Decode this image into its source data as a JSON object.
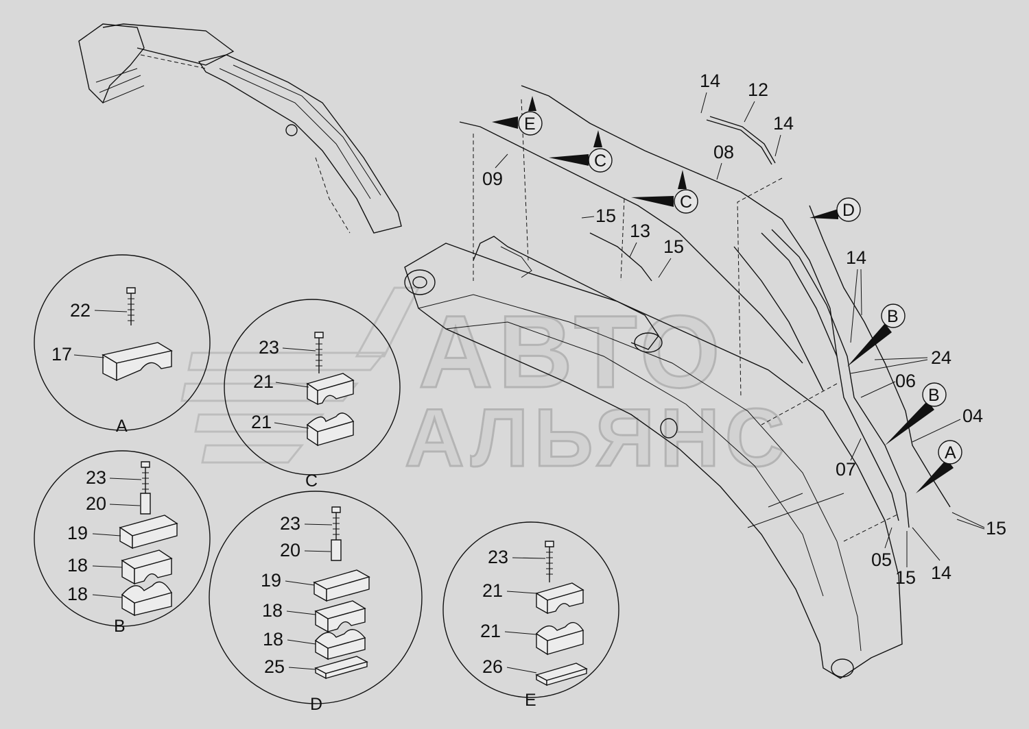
{
  "watermark": {
    "line1": "АВТО",
    "line2": "АЛЬЯНС"
  },
  "callouts": {
    "c14a": "14",
    "c12": "12",
    "c14b": "14",
    "c08": "08",
    "c09": "09",
    "c15a": "15",
    "c13": "13",
    "c15b": "15",
    "c14c": "14",
    "c24": "24",
    "c06": "06",
    "c04": "04",
    "c07": "07",
    "c15c": "15",
    "c05": "05",
    "c15d": "15",
    "c14d": "14"
  },
  "view_tags": {
    "e_top": "E",
    "c_top1": "C",
    "c_top2": "C",
    "d_top": "D",
    "b_top1": "B",
    "b_top2": "B",
    "a_top": "A"
  },
  "details": {
    "A": {
      "letter": "A",
      "labels": [
        "22",
        "17"
      ]
    },
    "C": {
      "letter": "C",
      "labels": [
        "23",
        "21",
        "21"
      ]
    },
    "B": {
      "letter": "B",
      "labels": [
        "23",
        "20",
        "19",
        "18",
        "18"
      ]
    },
    "D": {
      "letter": "D",
      "labels": [
        "23",
        "20",
        "19",
        "18",
        "18",
        "25"
      ]
    },
    "E": {
      "letter": "E",
      "labels": [
        "23",
        "21",
        "21",
        "26"
      ]
    }
  }
}
